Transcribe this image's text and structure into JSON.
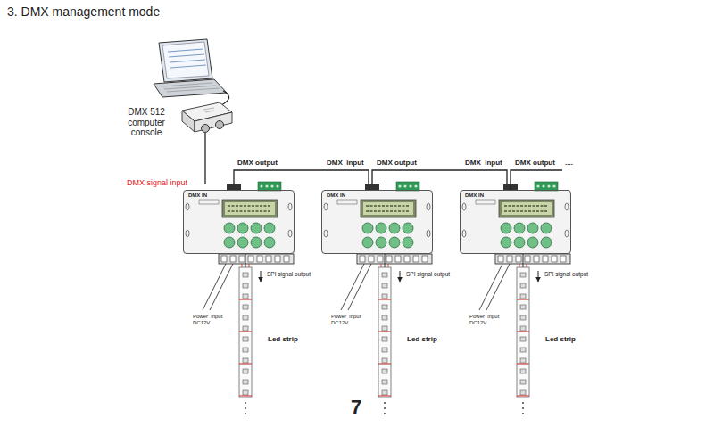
{
  "diagram": {
    "title": "3. DMX management mode",
    "nodes": [
      {
        "text": [
          "DMX 512 computer console"
        ]
      },
      {
        "text": [
          "DMX IN"
        ]
      },
      {
        "text": [
          "DMX IN"
        ]
      },
      {
        "text": [
          "DMX IN"
        ]
      },
      {
        "text": [
          "Led strip"
        ]
      },
      {
        "text": [
          "Led strip"
        ]
      },
      {
        "text": [
          "Led strip"
        ]
      }
    ],
    "edges": [
      {
        "from": 0,
        "to": 1,
        "arrow": "none"
      },
      {
        "from": 1,
        "to": 2,
        "arrow": "none"
      },
      {
        "from": 2,
        "to": 3,
        "arrow": "none"
      },
      {
        "from": 1,
        "to": 4,
        "arrow": "none"
      },
      {
        "from": 2,
        "to": 5,
        "arrow": "none"
      },
      {
        "from": 3,
        "to": 6,
        "arrow": "none"
      }
    ],
    "labels": [
      "DMX signal input",
      "DMX output",
      "DMX  input",
      "DMX output",
      "DMX  input",
      "DMX output",
      "....",
      "SPI signal output",
      "SPI signal output",
      "SPI signal output",
      "Power  input DC12V",
      "Power  input DC12V",
      "Power  input DC12V",
      "7"
    ]
  }
}
